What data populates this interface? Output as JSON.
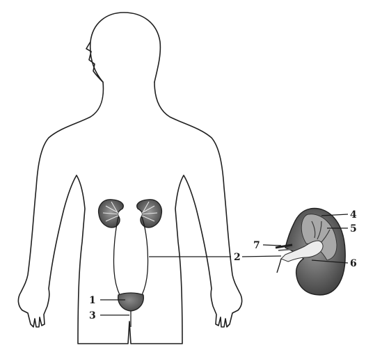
{
  "labels": [
    {
      "id": "1",
      "text": "1"
    },
    {
      "id": "2",
      "text": "2"
    },
    {
      "id": "3",
      "text": "3"
    },
    {
      "id": "4",
      "text": "4"
    },
    {
      "id": "5",
      "text": "5"
    },
    {
      "id": "6",
      "text": "6"
    },
    {
      "id": "7",
      "text": "7"
    }
  ],
  "colors": {
    "outline": "#1f1f1f",
    "kidney_dark": "#5a5a5a",
    "kidney_mid": "#8a8a8a",
    "kidney_light": "#d9d9d9",
    "bladder": "#6e6e6e"
  }
}
